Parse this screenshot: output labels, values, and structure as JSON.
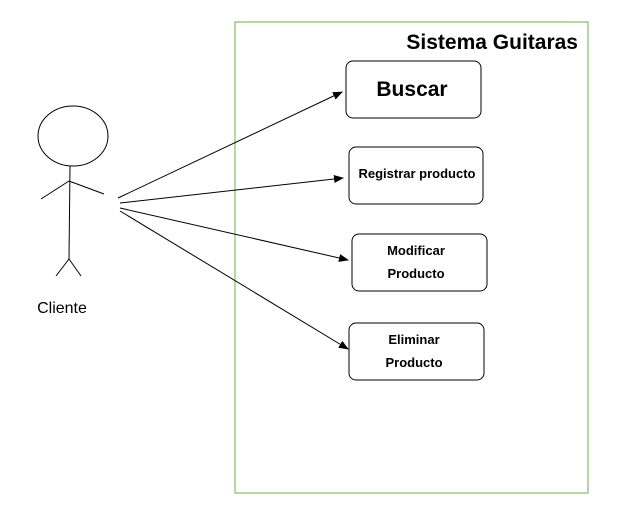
{
  "system": {
    "title": "Sistema Guitaras",
    "border_color": "#70ad47"
  },
  "actor": {
    "label": "Cliente"
  },
  "use_cases": [
    {
      "lines": [
        "Buscar"
      ]
    },
    {
      "lines": [
        "Registrar producto"
      ]
    },
    {
      "lines": [
        "Modificar",
        "Producto"
      ]
    },
    {
      "lines": [
        "Eliminar",
        "Producto"
      ]
    }
  ]
}
